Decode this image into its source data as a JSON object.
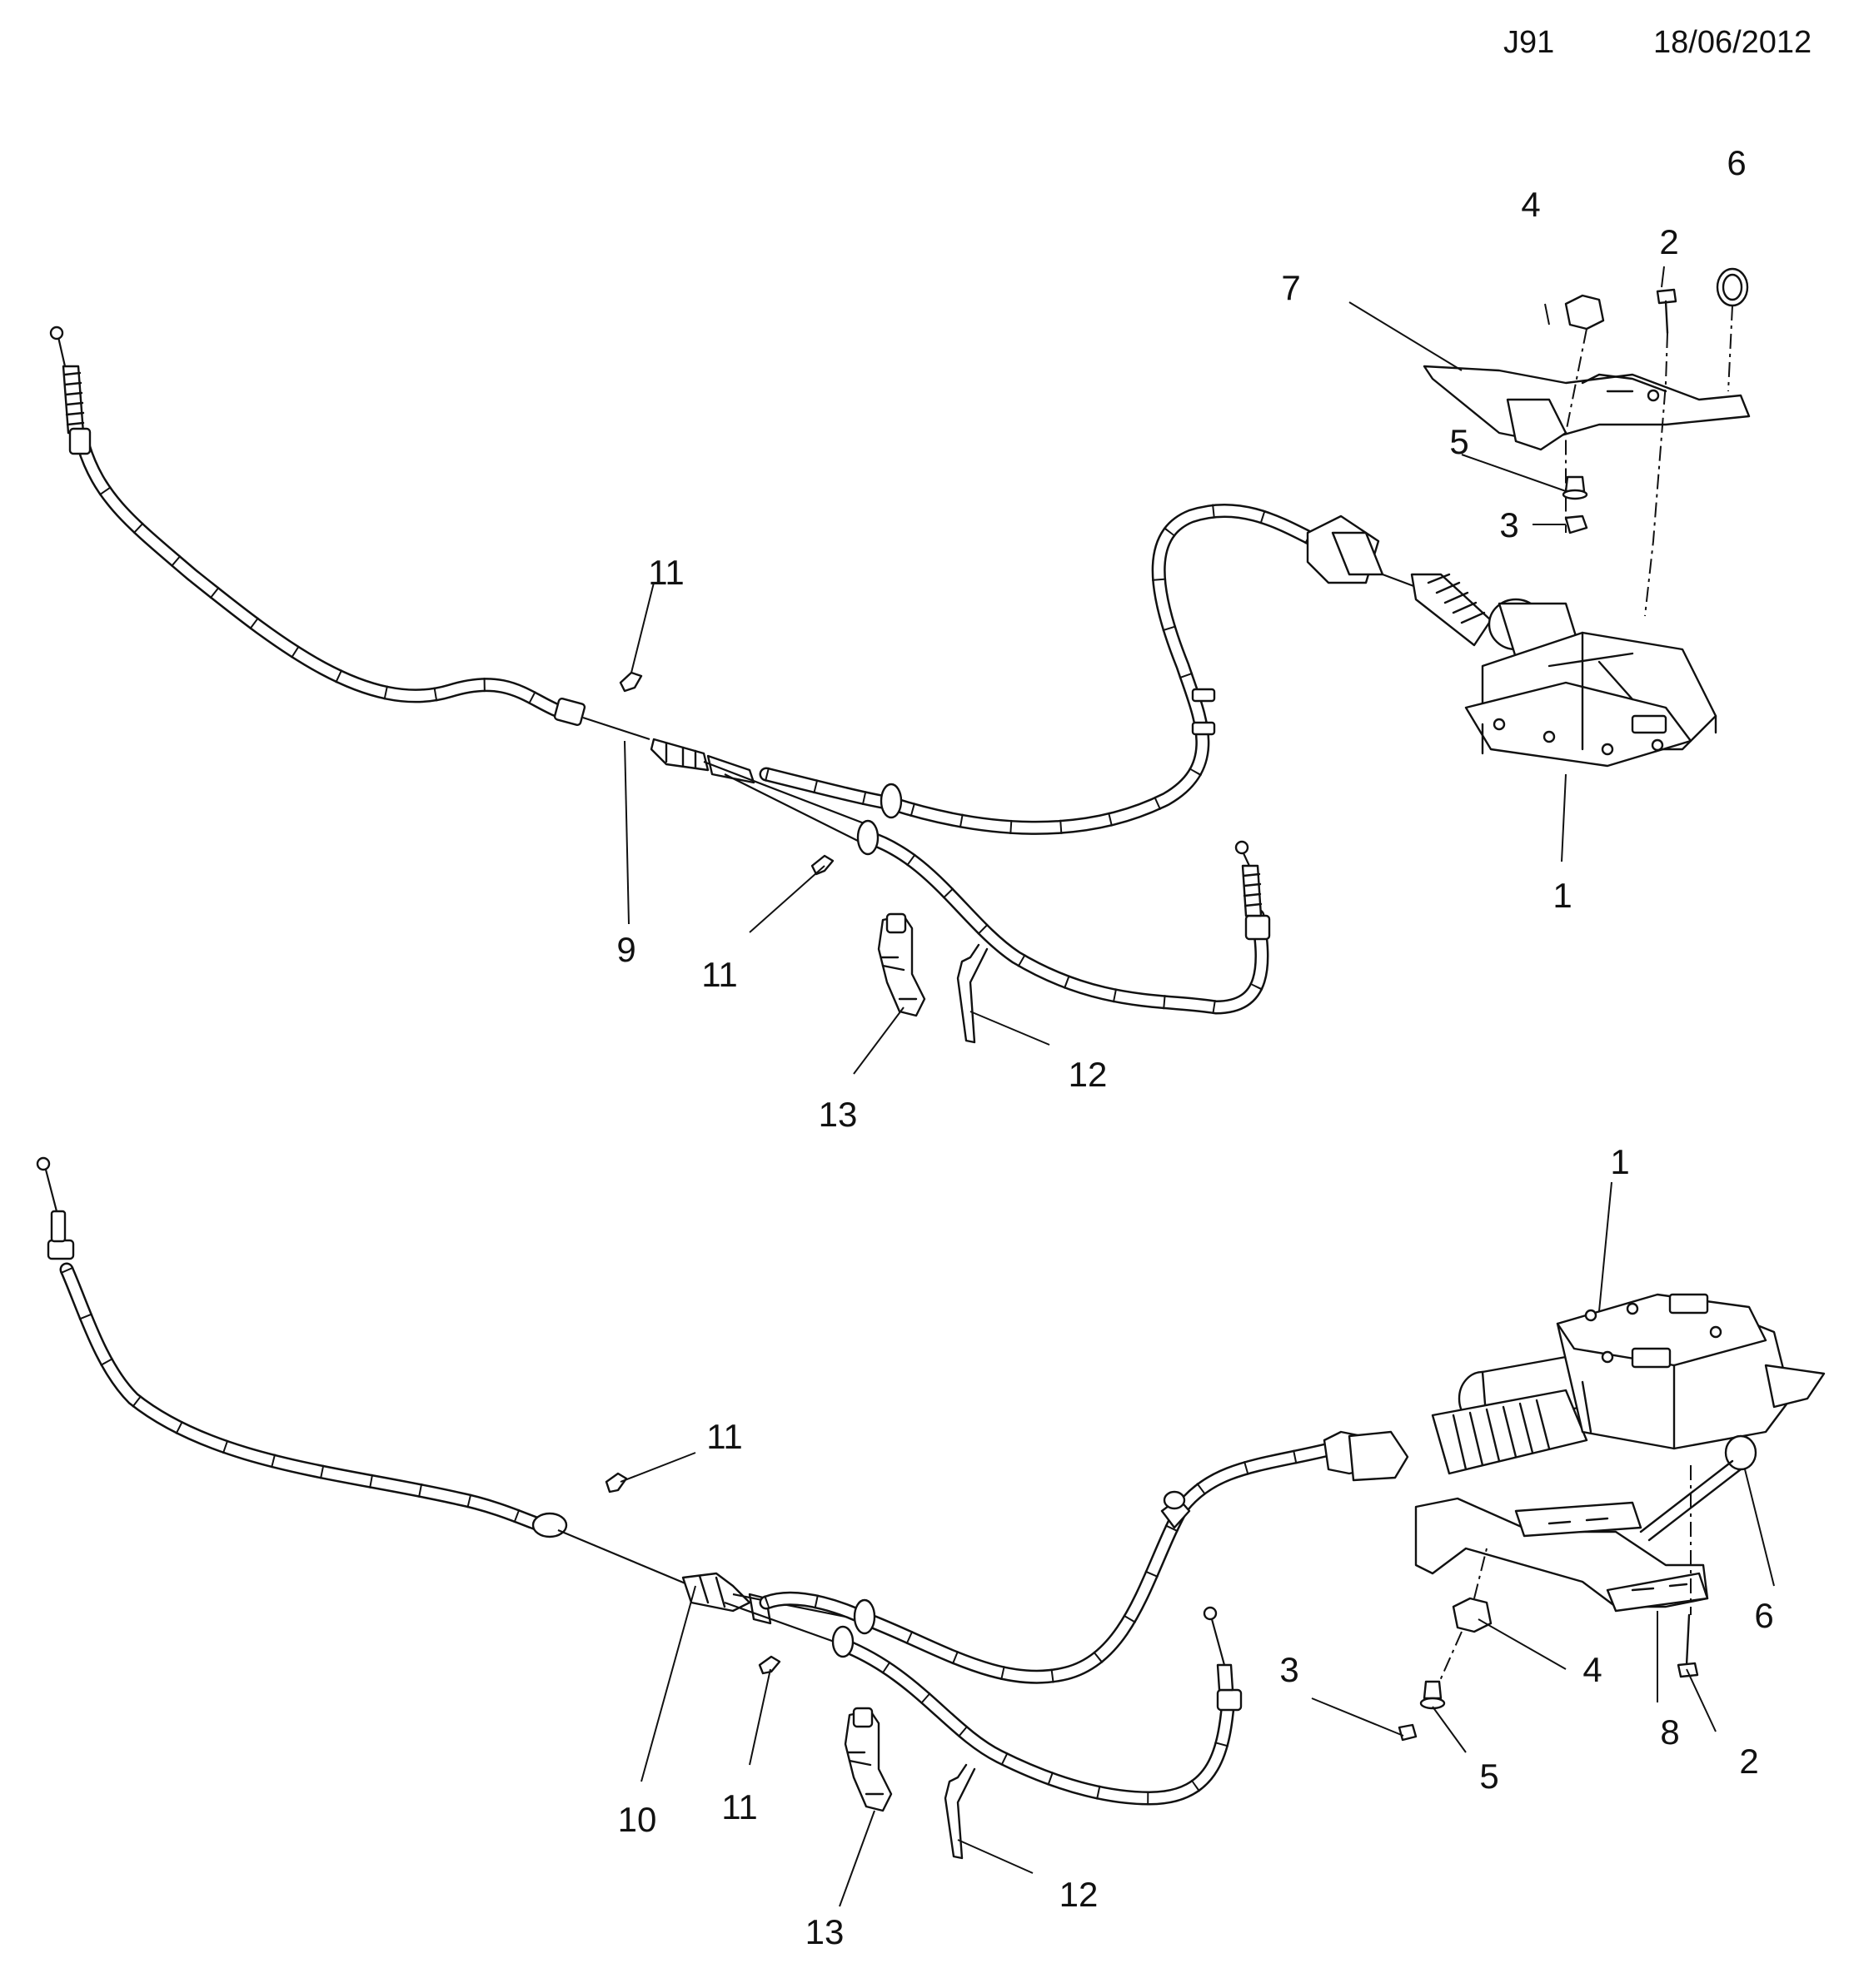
{
  "header": {
    "code": "J91",
    "date": "18/06/2012"
  },
  "upper_callouts": {
    "c1": "1",
    "c2": "2",
    "c3": "3",
    "c4": "4",
    "c5": "5",
    "c6": "6",
    "c7": "7",
    "c9": "9",
    "c11a": "11",
    "c11b": "11",
    "c12": "12",
    "c13": "13"
  },
  "lower_callouts": {
    "c1": "1",
    "c2": "2",
    "c3": "3",
    "c4": "4",
    "c5": "5",
    "c6": "6",
    "c8": "8",
    "c10": "10",
    "c11a": "11",
    "c11b": "11",
    "c12": "12",
    "c13": "13"
  }
}
